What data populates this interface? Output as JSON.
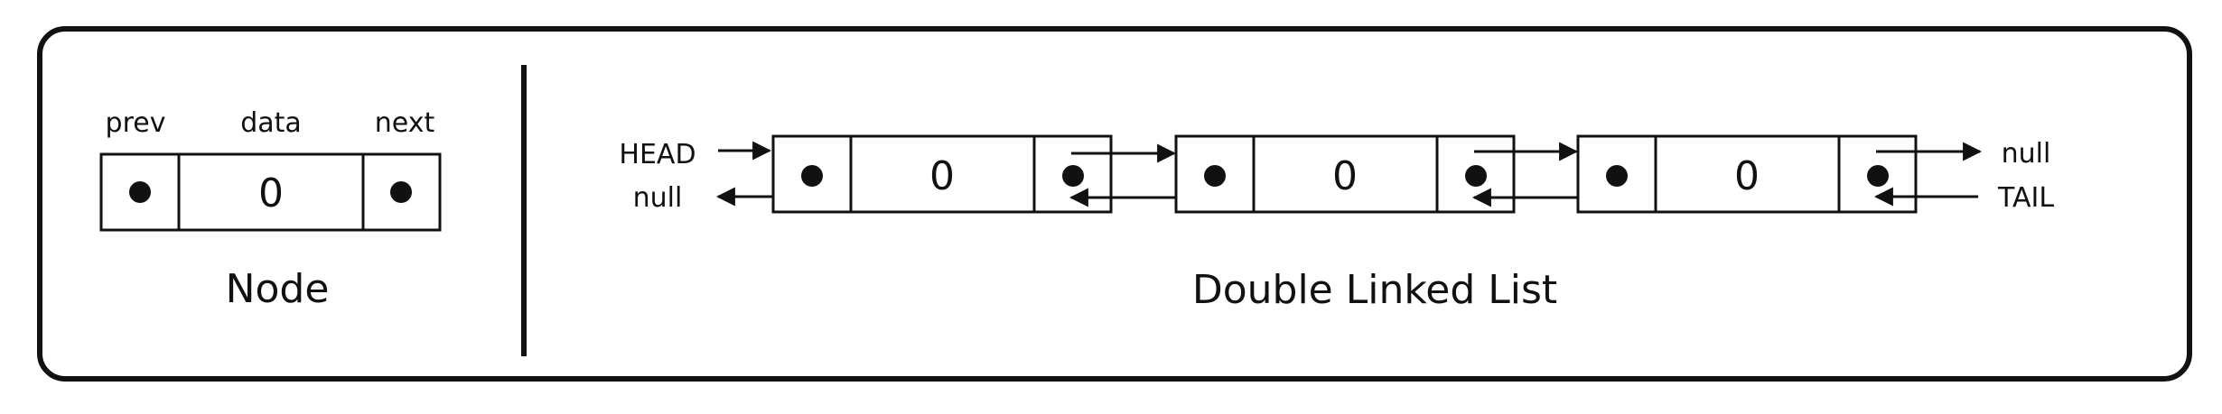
{
  "node": {
    "prev_label": "prev",
    "data_label": "data",
    "next_label": "next",
    "value": "0",
    "caption": "Node"
  },
  "list": {
    "head_label": "HEAD",
    "head_null_label": "null",
    "tail_label": "TAIL",
    "tail_null_label": "null",
    "caption": "Double Linked List",
    "nodes": [
      {
        "value": "0"
      },
      {
        "value": "0"
      },
      {
        "value": "0"
      }
    ]
  },
  "colors": {
    "stroke": "#111111",
    "background": "#ffffff"
  },
  "icons": {
    "pointer": "filled-circle"
  }
}
